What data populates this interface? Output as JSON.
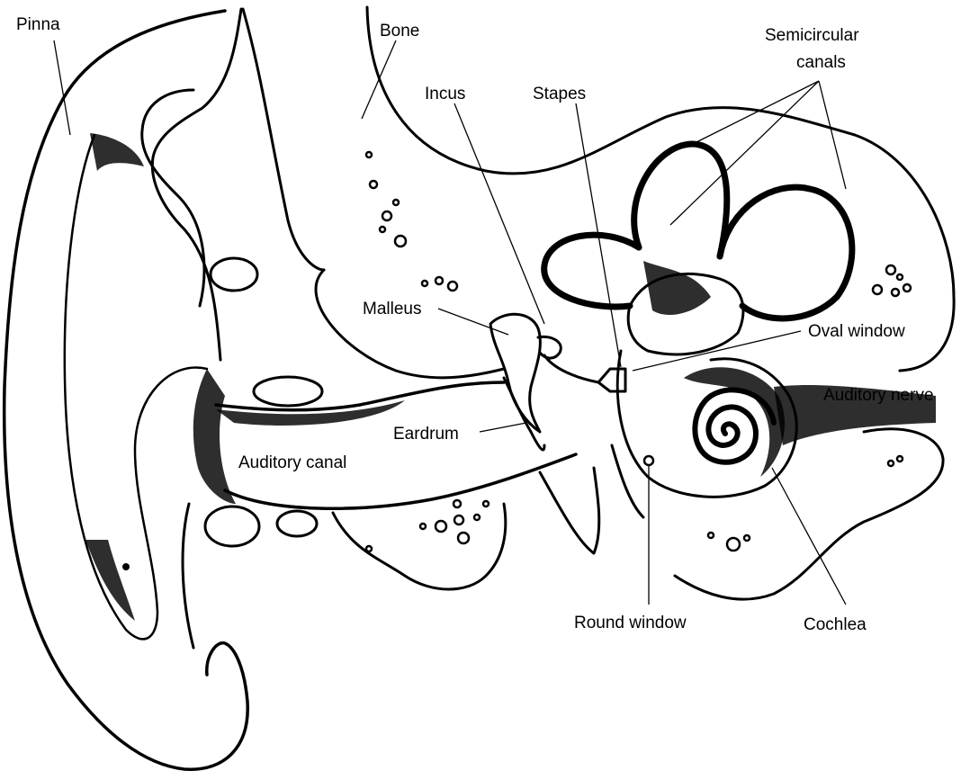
{
  "labels": {
    "pinna": "Pinna",
    "bone": "Bone",
    "semicircular_canals_line1": "Semicircular",
    "semicircular_canals_line2": "canals",
    "incus": "Incus",
    "stapes": "Stapes",
    "malleus": "Malleus",
    "oval_window": "Oval window",
    "auditory_nerve": "Auditory nerve",
    "eardrum": "Eardrum",
    "auditory_canal": "Auditory canal",
    "round_window": "Round window",
    "cochlea": "Cochlea"
  },
  "colors": {
    "ink": "#000000",
    "paper": "#ffffff"
  }
}
